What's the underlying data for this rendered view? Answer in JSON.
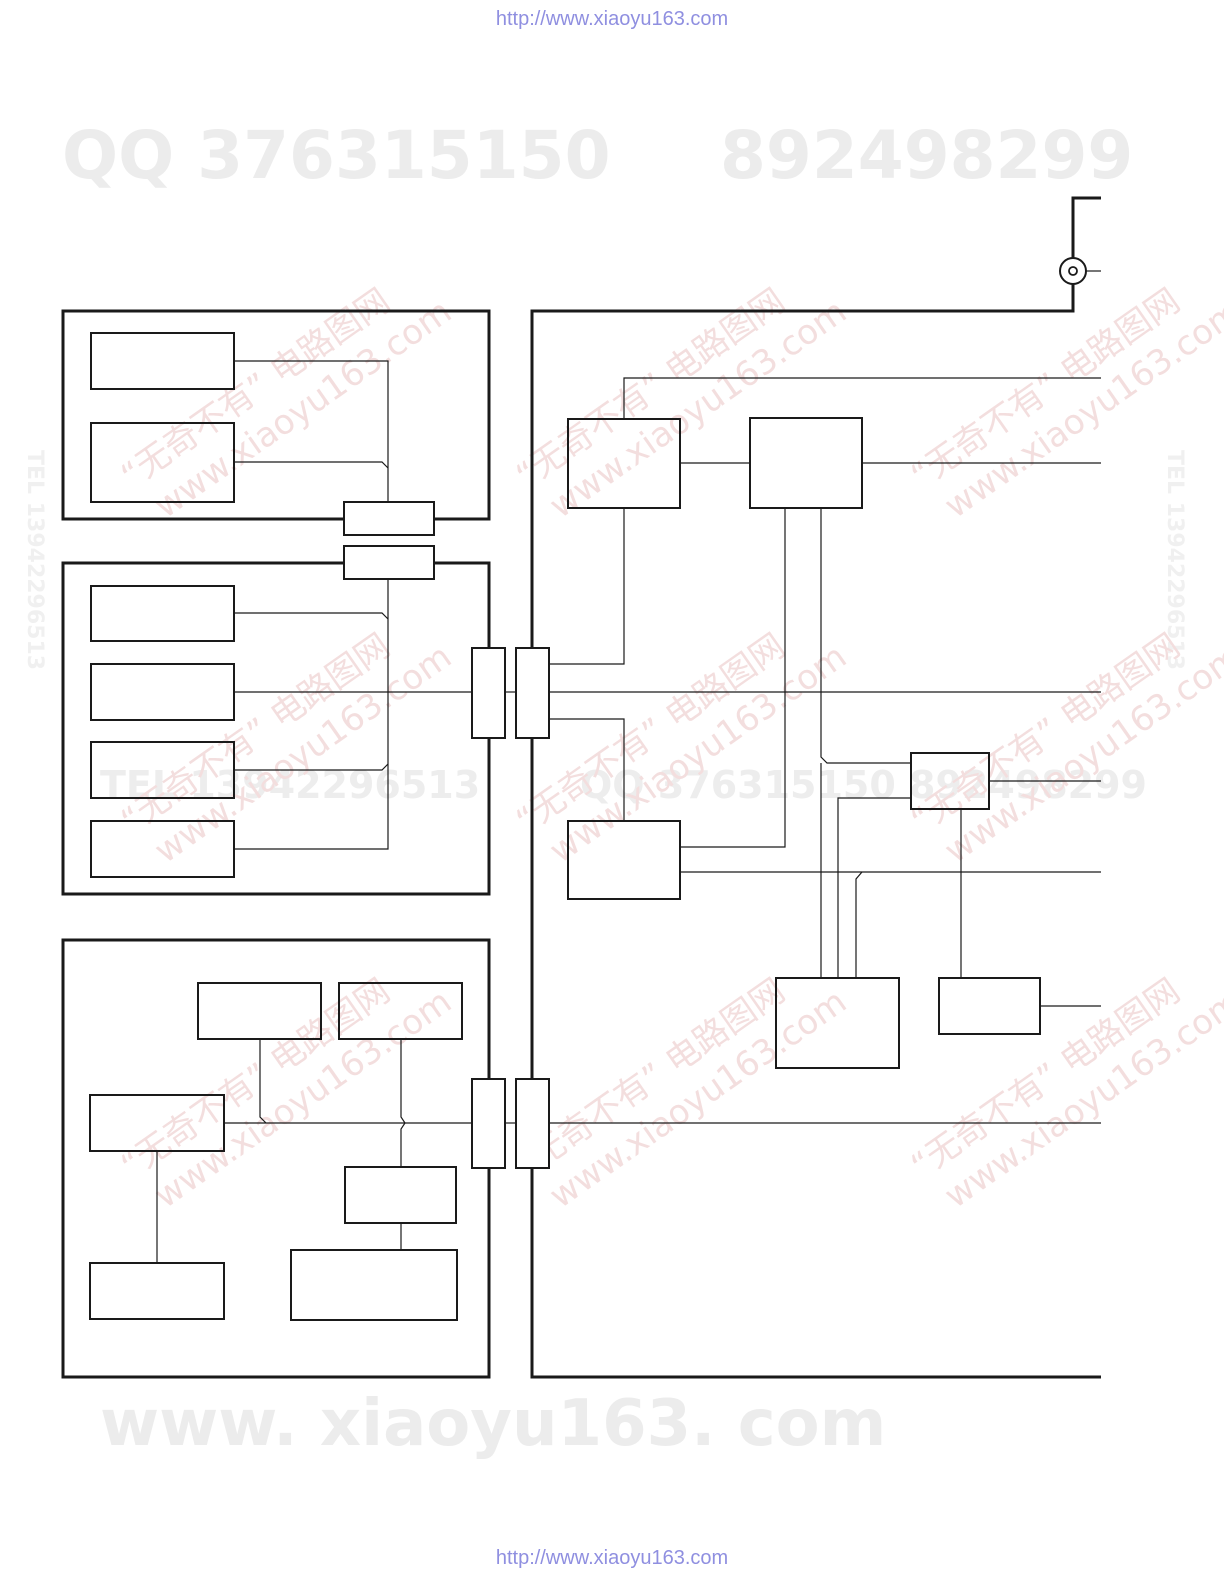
{
  "header": {
    "url": "http://www.xiaoyu163.com"
  },
  "footer": {
    "url": "http://www.xiaoyu163.com"
  },
  "watermarks": {
    "qq": "QQ 376315150",
    "num": "892498299",
    "tel": "TEL 13942296513",
    "mid_qq": "QQ 376315150 892498299",
    "site": "www. xiaoyu163. com",
    "stamp_cn": "“无奇不有” 电路图网",
    "stamp_url": "www.xiaoyu163.com"
  },
  "colors": {
    "line": "#1a1a1a",
    "url_text": "#8f8fe0",
    "watermark": "#ececec"
  }
}
